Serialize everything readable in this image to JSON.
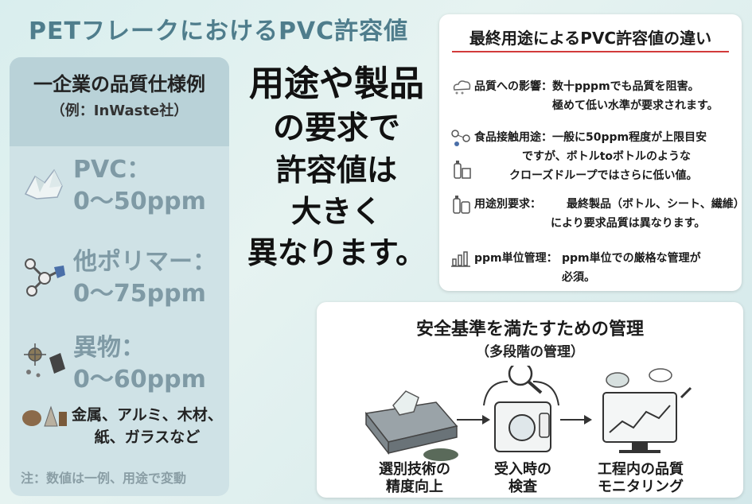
{
  "title": "PETフレークにおけるPVC許容値",
  "left_panel": {
    "heading": "一企業の品質仕様例",
    "subheading": "（例：InWaste社）",
    "specs": [
      {
        "name": "PVC：",
        "range": "0〜50ppm"
      },
      {
        "name": "他ポリマー：",
        "range": "0〜75ppm"
      },
      {
        "name": "異物：",
        "range": "0〜60ppm"
      }
    ],
    "foreign_examples_line1": "金属、アルミ、木材、",
    "foreign_examples_line2": "紙、ガラスなど",
    "note": "注：数値は一例、用途で変動"
  },
  "center_message": {
    "line1": "用途や製品",
    "line2": "の要求で",
    "line3": "許容値は",
    "line4": "大きく",
    "line5": "異なります。"
  },
  "end_use_box": {
    "title": "最終用途によるPVC許容値の違い",
    "items": [
      {
        "label": "品質への影響：",
        "line1": "数十pppmでも品質を阻害。",
        "line2": "極めて低い水準が要求されます。"
      },
      {
        "label": "食品接触用途：",
        "line1": "一般に50ppm程度が上限目安",
        "line2": "ですが、ボトルtoボトルのような",
        "line3": "クローズドループではさらに低い値。"
      },
      {
        "label": "用途別要求：",
        "line1": "最終製品（ボトル、シート、繊維）",
        "line2": "により要求品質は異なります。"
      },
      {
        "label": "ppm単位管理：",
        "line1": "ppm単位での厳格な管理が",
        "line2": "必須。"
      }
    ]
  },
  "management_box": {
    "title": "安全基準を満たすための管理",
    "subtitle": "（多段階の管理）",
    "steps": [
      {
        "line1": "選別技術の",
        "line2": "精度向上"
      },
      {
        "line1": "受入時の",
        "line2": "検査"
      },
      {
        "line1": "工程内の品質",
        "line2": "モニタリング"
      }
    ]
  },
  "colors": {
    "title": "#4f7d8c",
    "spec_text": "#7f9aa5",
    "accent_rule": "#d23a3a"
  }
}
